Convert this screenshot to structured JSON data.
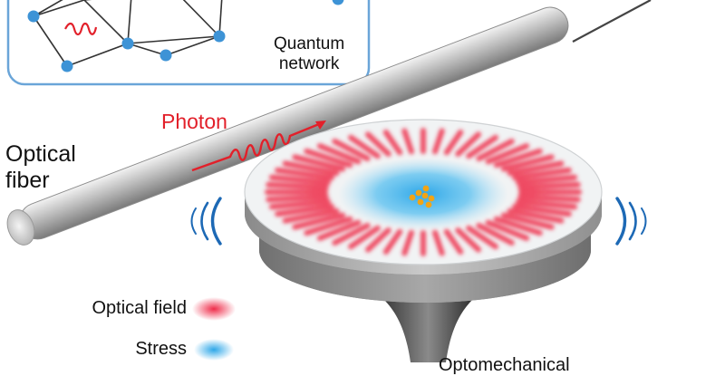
{
  "labels": {
    "quantum_network": "Quantum\nnetwork",
    "optical_fiber": "Optical\nfiber",
    "photon": "Photon",
    "bottom_cut": "Optomechanical"
  },
  "legend": {
    "optical_field": "Optical field",
    "stress": "Stress"
  },
  "colors": {
    "photon": "#e2202a",
    "optical_field": "#ef2d4a",
    "stress": "#2ea7e8",
    "network_node": "#3d93d6",
    "network_box_border": "#6aa5d8",
    "vibration": "#1d69b5",
    "atoms": "#f2a414"
  }
}
